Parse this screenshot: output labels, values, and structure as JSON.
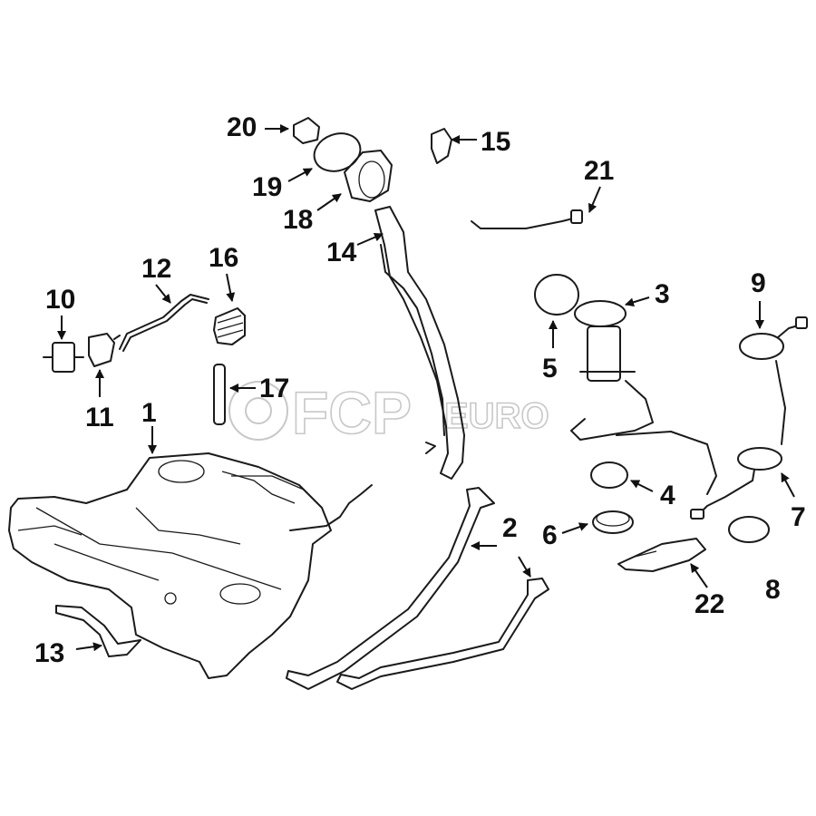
{
  "watermark": {
    "brand": "FCP",
    "suffix": "EURO"
  },
  "callouts": {
    "c1": "1",
    "c2": "2",
    "c3": "3",
    "c4": "4",
    "c5": "5",
    "c6": "6",
    "c7": "7",
    "c8": "8",
    "c9": "9",
    "c10": "10",
    "c11": "11",
    "c12": "12",
    "c13": "13",
    "c14": "14",
    "c15": "15",
    "c16": "16",
    "c17": "17",
    "c18": "18",
    "c19": "19",
    "c20": "20",
    "c21": "21",
    "c22": "22"
  }
}
